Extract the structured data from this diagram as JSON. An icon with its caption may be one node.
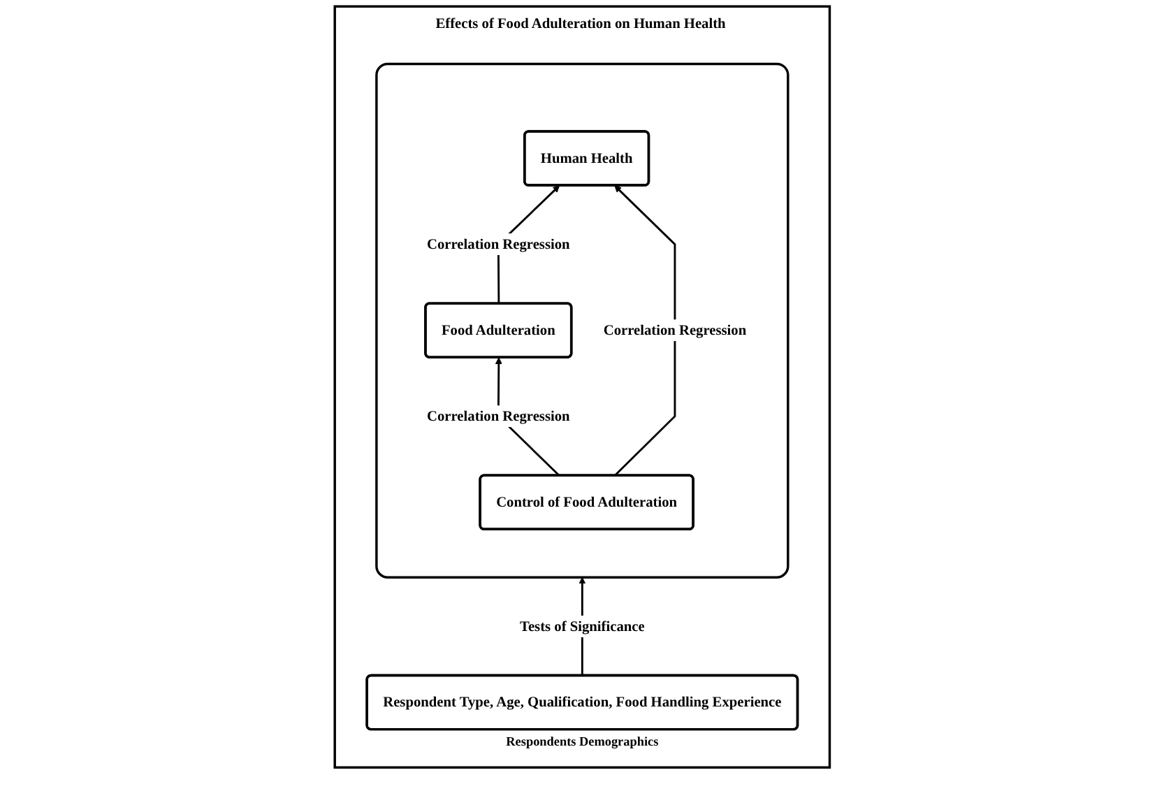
{
  "diagram": {
    "nodes": [
      {
        "text": [
          "Effects of Food Adulteration on Human Health"
        ]
      },
      {
        "text": [],
        "shape": "box",
        "in": 0
      },
      {
        "text": [
          "Food Adulteration"
        ],
        "in": 1
      },
      {
        "text": [
          "Human Health"
        ],
        "in": 1
      },
      {
        "text": [
          "Control of Food Adulteration"
        ],
        "in": 1
      },
      {
        "text": [
          "Respondent Type, Age, Qualification, Food Handling Experience"
        ],
        "beside": [
          "Respondents Demographics"
        ],
        "in": 0
      }
    ],
    "edges": [
      {
        "from": 2,
        "to": 3,
        "arrow": "to",
        "label": "Correlation Regression"
      },
      {
        "from": 4,
        "to": 2,
        "arrow": "to",
        "label": "Correlation Regression"
      },
      {
        "from": 4,
        "to": 3,
        "arrow": "to",
        "label": "Correlation Regression"
      },
      {
        "from": 5,
        "to": 1,
        "arrow": "to",
        "label": "Tests of Significance"
      }
    ]
  }
}
